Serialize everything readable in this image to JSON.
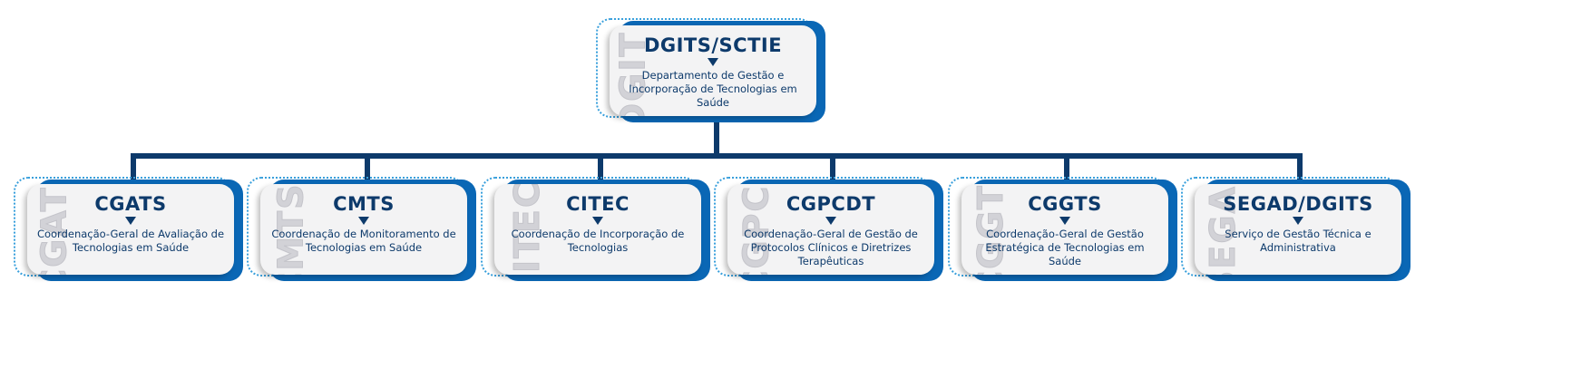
{
  "colors": {
    "navy": "#0d3a6b",
    "blue": "#0a67b5",
    "dotted": "#3aa0dc",
    "card": "#f3f3f4"
  },
  "top": {
    "title": "DGITS/SCTIE",
    "watermark": "DGIT",
    "desc": "Departamento de Gestão e Incorporação de Tecnologias em Saúde"
  },
  "units": [
    {
      "title": "CGATS",
      "watermark": "CGAT",
      "desc": "Coordenação-Geral de Avaliação de Tecnologias em Saúde"
    },
    {
      "title": "CMTS",
      "watermark": "CMTS",
      "desc": "Coordenação de Monitoramento de Tecnologias em Saúde"
    },
    {
      "title": "CITEC",
      "watermark": "CITEC",
      "desc": "Coordenação de Incorporação de Tecnologias"
    },
    {
      "title": "CGPCDT",
      "watermark": "CGPC",
      "desc": "Coordenação-Geral de Gestão de Protocolos Clínicos e Diretrizes Terapêuticas"
    },
    {
      "title": "CGGTS",
      "watermark": "CGGT",
      "desc": "Coordenação-Geral de Gestão Estratégica de Tecnologias em Saúde"
    },
    {
      "title": "SEGAD/DGITS",
      "watermark": "SEGA",
      "desc": "Serviço de Gestão Técnica e Administrativa"
    }
  ]
}
